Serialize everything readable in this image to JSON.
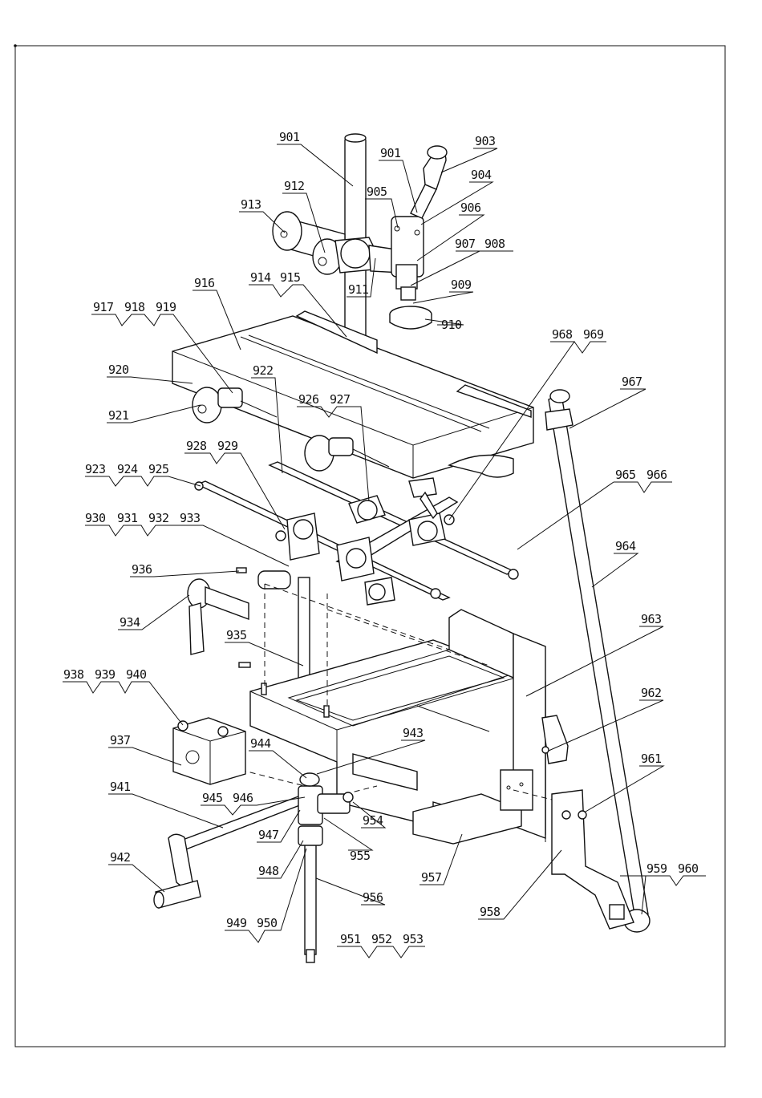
{
  "labels": {
    "l901a": "901",
    "l901b": "901",
    "l903": "903",
    "l904": "904",
    "l905": "905",
    "l906": "906",
    "l907": "907",
    "l908": "908",
    "l909": "909",
    "l910": "910",
    "l911": "911",
    "l912": "912",
    "l913": "913",
    "l914": "914",
    "l915": "915",
    "l916": "916",
    "l917": "917",
    "l918": "918",
    "l919": "919",
    "l920": "920",
    "l921": "921",
    "l922": "922",
    "l923": "923",
    "l924": "924",
    "l925": "925",
    "l926": "926",
    "l927": "927",
    "l928": "928",
    "l929": "929",
    "l930": "930",
    "l931": "931",
    "l932": "932",
    "l933": "933",
    "l934": "934",
    "l935": "935",
    "l936": "936",
    "l937": "937",
    "l938": "938",
    "l939": "939",
    "l940": "940",
    "l941": "941",
    "l942": "942",
    "l943": "943",
    "l944": "944",
    "l945": "945",
    "l946": "946",
    "l947": "947",
    "l948": "948",
    "l949": "949",
    "l950": "950",
    "l951": "951",
    "l952": "952",
    "l953": "953",
    "l954": "954",
    "l955": "955",
    "l956": "956",
    "l957": "957",
    "l958": "958",
    "l959": "959",
    "l960": "960",
    "l961": "961",
    "l962": "962",
    "l963": "963",
    "l964": "964",
    "l965": "965",
    "l966": "966",
    "l967": "967",
    "l968": "968",
    "l969": "969"
  }
}
